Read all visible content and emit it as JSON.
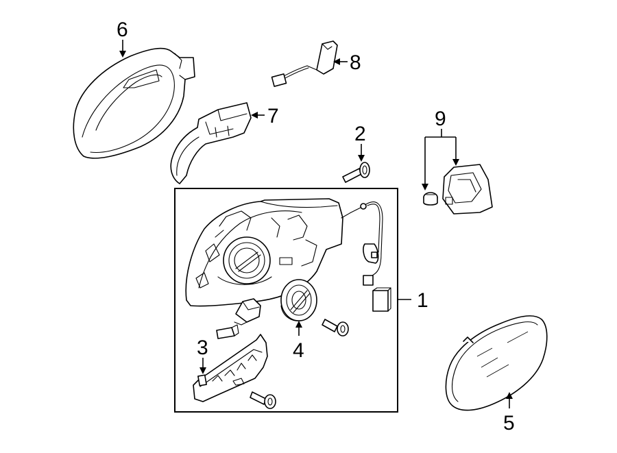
{
  "diagram": {
    "callouts": {
      "c1": "1",
      "c2": "2",
      "c3": "3",
      "c4": "4",
      "c5": "5",
      "c6": "6",
      "c7": "7",
      "c8": "8",
      "c9": "9"
    }
  }
}
